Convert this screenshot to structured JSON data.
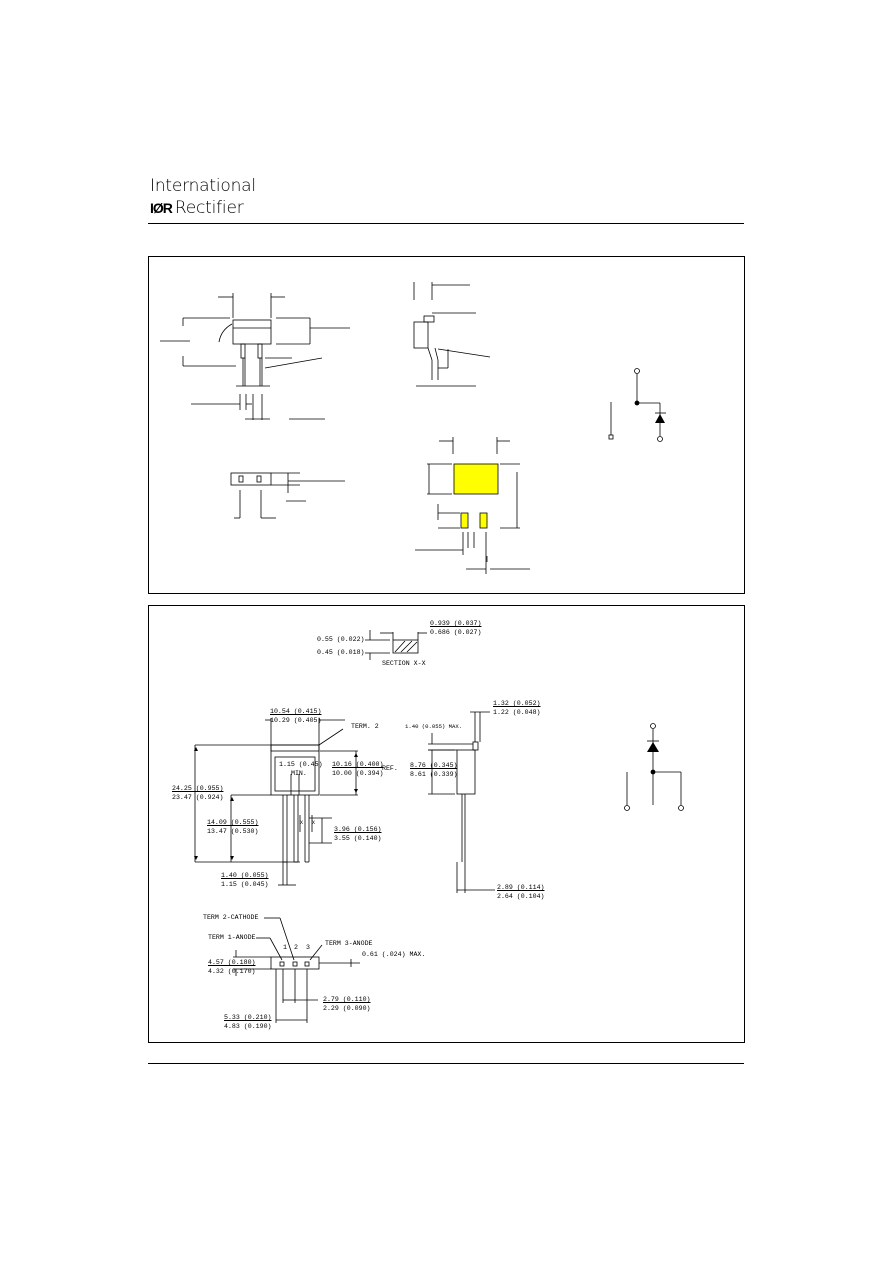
{
  "header": {
    "company_line1": "International",
    "logo_mark": "IØR",
    "company_line2": "Rectifier"
  },
  "lower_panel": {
    "section": {
      "thk_max": "0.55 (0.022)",
      "thk_min": "0.45 (0.018)",
      "width_max": "0.939 (0.037)",
      "width_min": "0.686 (0.027)",
      "title": "SECTION X-X"
    },
    "front": {
      "width_max": "10.54 (0.415)",
      "width_min": "10.29 (0.405)",
      "term2": "TERM. 2",
      "tab_min_1": "1.15 (0.45)",
      "tab_min_2": "MIN.",
      "height_max": "24.25 (0.955)",
      "height_min": "23.47 (0.924)",
      "ref_max": "10.16 (0.400)",
      "ref_min": "10.00 (0.394)",
      "ref_word": "REF.",
      "lead_max": "14.09 (0.555)",
      "lead_min": "13.47 (0.530)",
      "pin_max": "3.96 (0.156)",
      "pin_min": "3.55 (0.140)",
      "pitch_max": "1.40 (0.055)",
      "pitch_min": "1.15 (0.045)",
      "x_mark": "X"
    },
    "side": {
      "tab_max": "1.32 (0.052)",
      "tab_min": "1.22 (0.048)",
      "cap": "1.40 (0.055) MAX.",
      "body_max": "8.76 (0.345)",
      "body_min": "8.61 (0.339)",
      "lead_max": "2.89 (0.114)",
      "lead_min": "2.64 (0.104)"
    },
    "bottom": {
      "term2": "TERM 2-CATHODE",
      "term1": "TERM 1-ANODE",
      "term3": "TERM 3-ANODE",
      "n1": "1",
      "n2": "2",
      "n3": "3",
      "thk_max": "4.57 (0.180)",
      "thk_min": "4.32 (0.170)",
      "lead_max_note": "0.61 (.024) MAX.",
      "span_max": "5.33 (0.210)",
      "span_min": "4.83 (0.190)",
      "pitch_max": "2.79 (0.110)",
      "pitch_min": "2.29 (0.090)"
    }
  },
  "colors": {
    "pad_fill": "#ffff00",
    "line": "#000000"
  }
}
